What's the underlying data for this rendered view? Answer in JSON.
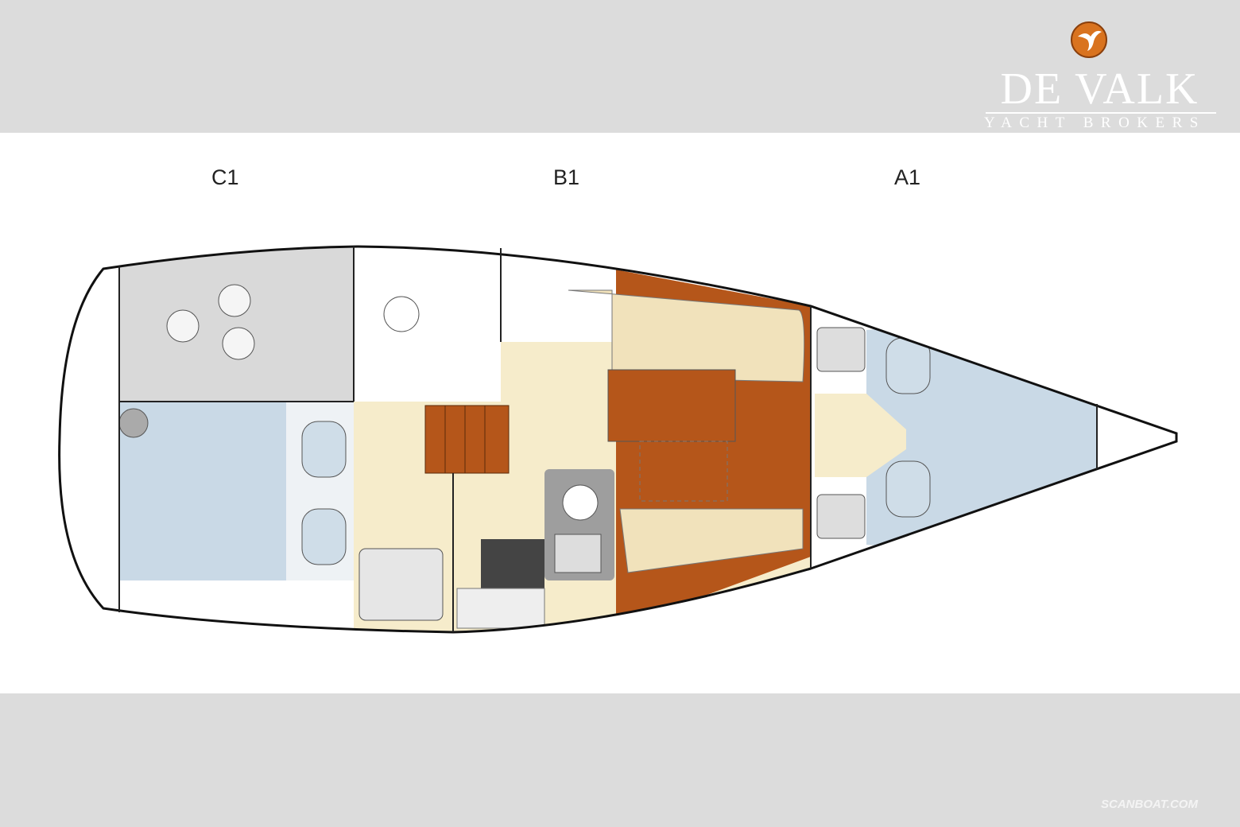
{
  "zones": [
    "C1",
    "B1",
    "A1"
  ],
  "logo": {
    "name": "DE VALK",
    "subtitle": "YACHT BROKERS",
    "color": "#d9731f"
  },
  "watermark": "SCANBOAT.COM",
  "colors": {
    "band": "#dcdcdc",
    "wood": "#b5561a",
    "cream": "#f6eccb",
    "berth": "#c9d9e6",
    "locker": "#d9d9d9"
  }
}
